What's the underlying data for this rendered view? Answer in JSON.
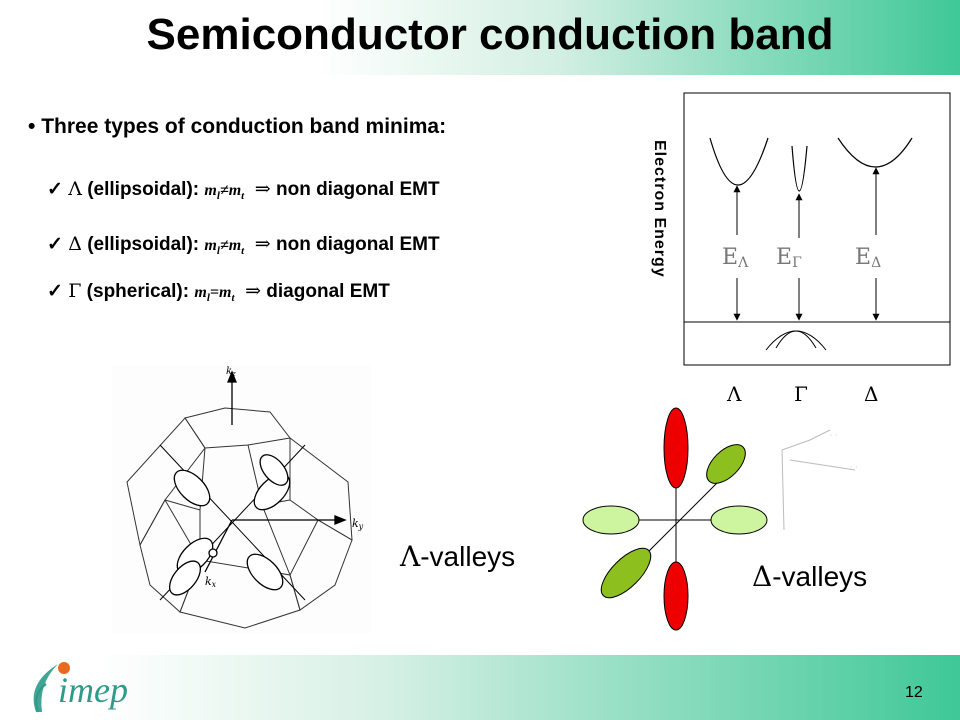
{
  "header": {
    "title": "Semiconductor conduction band"
  },
  "intro": {
    "bullet": "•",
    "text": "Three types of conduction band minima:"
  },
  "items": [
    {
      "check": "✓",
      "symbol": "Λ",
      "kind": "(ellipsoidal):",
      "m1": "m",
      "s1": "l",
      "rel": "≠",
      "m2": "m",
      "s2": "t",
      "implies": "⇒",
      "result": "non diagonal EMT"
    },
    {
      "check": "✓",
      "symbol": "Δ",
      "kind": "(ellipsoidal):",
      "m1": "m",
      "s1": "l",
      "rel": "≠",
      "m2": "m",
      "s2": "t",
      "implies": "⇒",
      "result": "non diagonal EMT"
    },
    {
      "check": "✓",
      "symbol": "Γ",
      "kind": "(spherical):",
      "m1": "m",
      "s1": "l",
      "rel": "=",
      "m2": "m",
      "s2": "t",
      "implies": "⇒",
      "result": "diagonal EMT"
    }
  ],
  "energy_diagram": {
    "axis_label": "Electron Energy",
    "gaps": [
      {
        "E": "E",
        "sub": "Λ"
      },
      {
        "E": "E",
        "sub": "Γ"
      },
      {
        "E": "E",
        "sub": "Δ"
      }
    ],
    "valley_labels": [
      "Λ",
      "Γ",
      "Δ"
    ]
  },
  "brillouin": {
    "axes": {
      "kz": "k",
      "kz_sub": "z",
      "ky": "k",
      "ky_sub": "y",
      "kx": "k",
      "kx_sub": "x"
    }
  },
  "labels": {
    "lambda_valleys": {
      "sym": "Λ",
      "text": "-valleys"
    },
    "delta_valleys": {
      "sym": "Δ",
      "text": "-valleys"
    }
  },
  "colors": {
    "title_gradient_end": "#3fc897",
    "delta_valley": "#ee0000",
    "lambda_valley": "#8dbf1f",
    "gamma_valley": "#cdf5a0"
  },
  "footer": {
    "page_number": "12",
    "logo": "imep"
  }
}
